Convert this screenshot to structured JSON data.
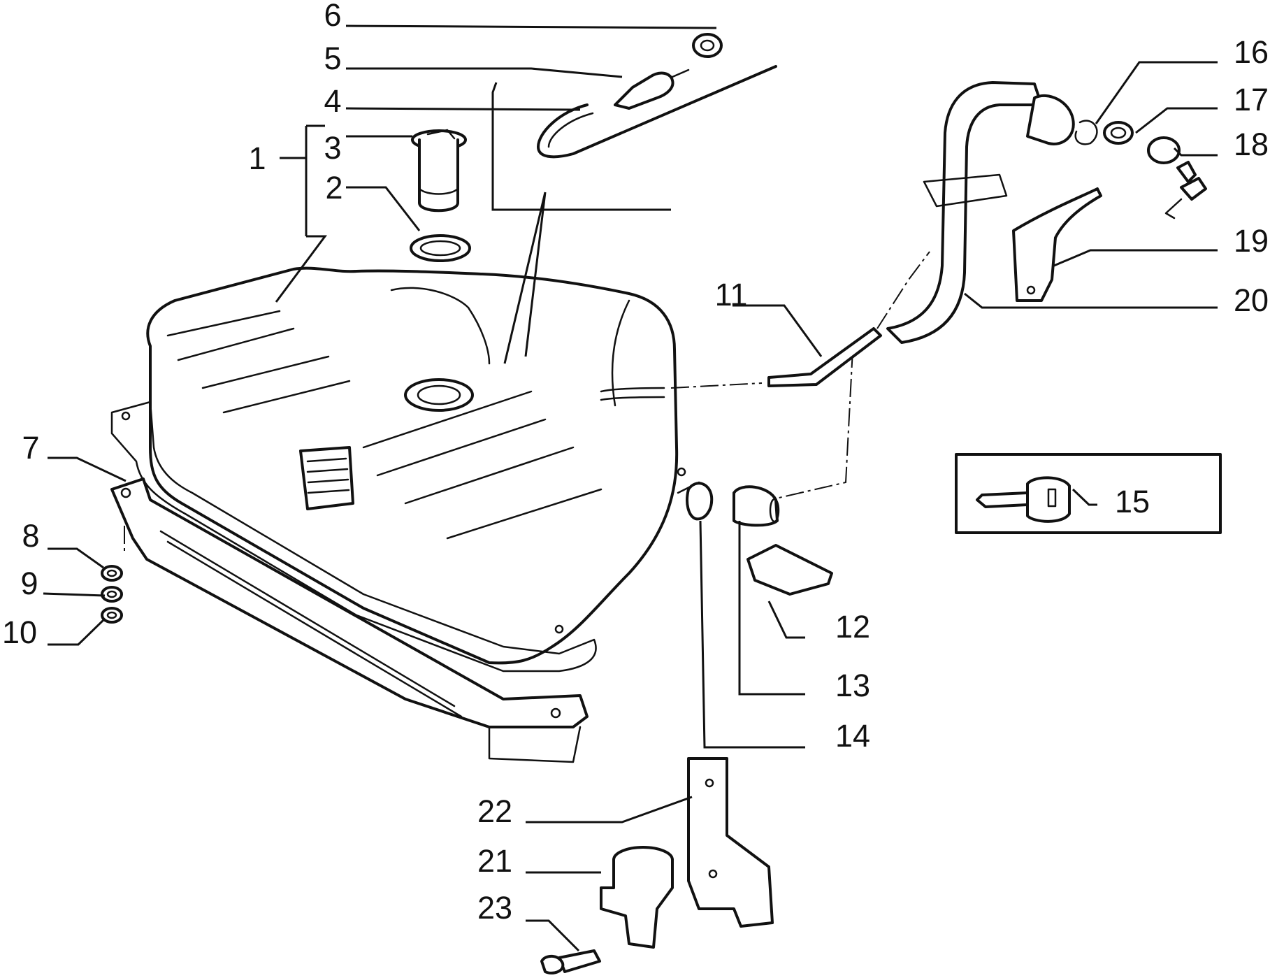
{
  "diagram": {
    "parts": [
      {
        "id": "1",
        "label": "1"
      },
      {
        "id": "2",
        "label": "2"
      },
      {
        "id": "3",
        "label": "3"
      },
      {
        "id": "4",
        "label": "4"
      },
      {
        "id": "5",
        "label": "5"
      },
      {
        "id": "6",
        "label": "6"
      },
      {
        "id": "7",
        "label": "7"
      },
      {
        "id": "8",
        "label": "8"
      },
      {
        "id": "9",
        "label": "9"
      },
      {
        "id": "10",
        "label": "10"
      },
      {
        "id": "11",
        "label": "11"
      },
      {
        "id": "12",
        "label": "12"
      },
      {
        "id": "13",
        "label": "13"
      },
      {
        "id": "14",
        "label": "14"
      },
      {
        "id": "15",
        "label": "15"
      },
      {
        "id": "16",
        "label": "16"
      },
      {
        "id": "17",
        "label": "17"
      },
      {
        "id": "18",
        "label": "18"
      },
      {
        "id": "19",
        "label": "19"
      },
      {
        "id": "20",
        "label": "20"
      },
      {
        "id": "21",
        "label": "21"
      },
      {
        "id": "22",
        "label": "22"
      },
      {
        "id": "23",
        "label": "23"
      }
    ]
  }
}
